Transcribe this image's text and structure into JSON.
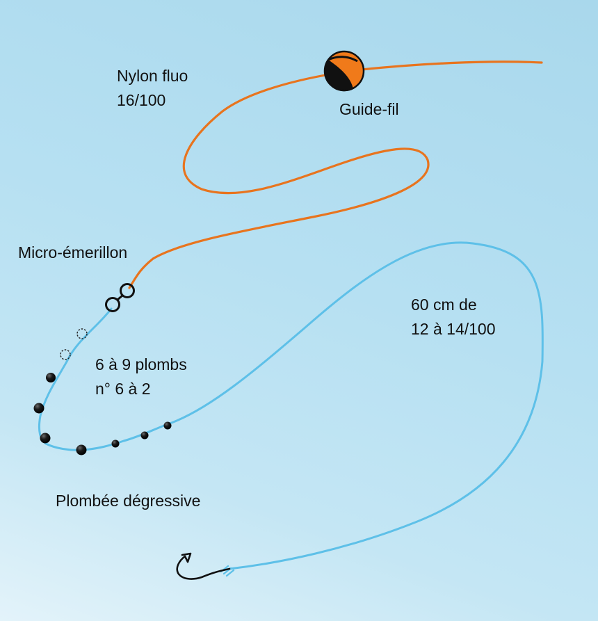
{
  "labels": {
    "main_line": [
      "Nylon fluo",
      "16/100"
    ],
    "line_guide": "Guide-fil",
    "swivel": "Micro-émerillon",
    "leader": [
      "60 cm de",
      "12 à 14/100"
    ],
    "shots": [
      "6 à 9 plombs",
      "n° 6 à 2"
    ],
    "shotting_pattern": "Plombée dégressive"
  },
  "colors": {
    "main_line": "#e8741e",
    "leader_line": "#5ec0e8",
    "line_guide_orange": "#f07a1a",
    "line_guide_dark": "#111111",
    "shot": "#111111",
    "hook": "#111111"
  },
  "icons": {
    "line_guide": "float-ball-icon",
    "swivel": "swivel-icon",
    "shot": "split-shot-icon",
    "hook": "hook-icon"
  }
}
